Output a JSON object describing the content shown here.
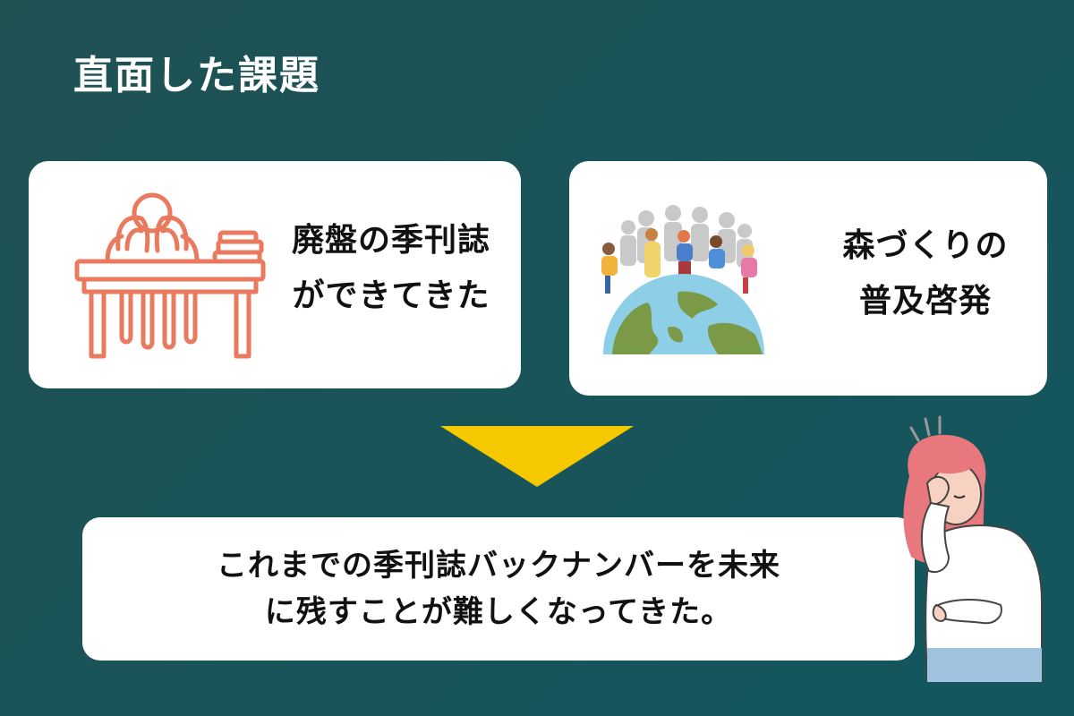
{
  "title": "直面した課題",
  "cards": [
    {
      "lines": [
        "廃盤の季刊誌",
        "ができてきた"
      ],
      "icon": "frustrated-person-at-desk-icon"
    },
    {
      "lines": [
        "森づくりの",
        "普及啓発"
      ],
      "icon": "people-on-globe-illustration"
    }
  ],
  "bottom": {
    "lines": [
      "これまでの季刊誌バックナンバーを未来",
      "に残すことが難しくなってきた。"
    ]
  },
  "colors": {
    "background": "#13565e",
    "card": "#ffffff",
    "arrow": "#f5c800",
    "icon_line": "#ea7a5e"
  }
}
